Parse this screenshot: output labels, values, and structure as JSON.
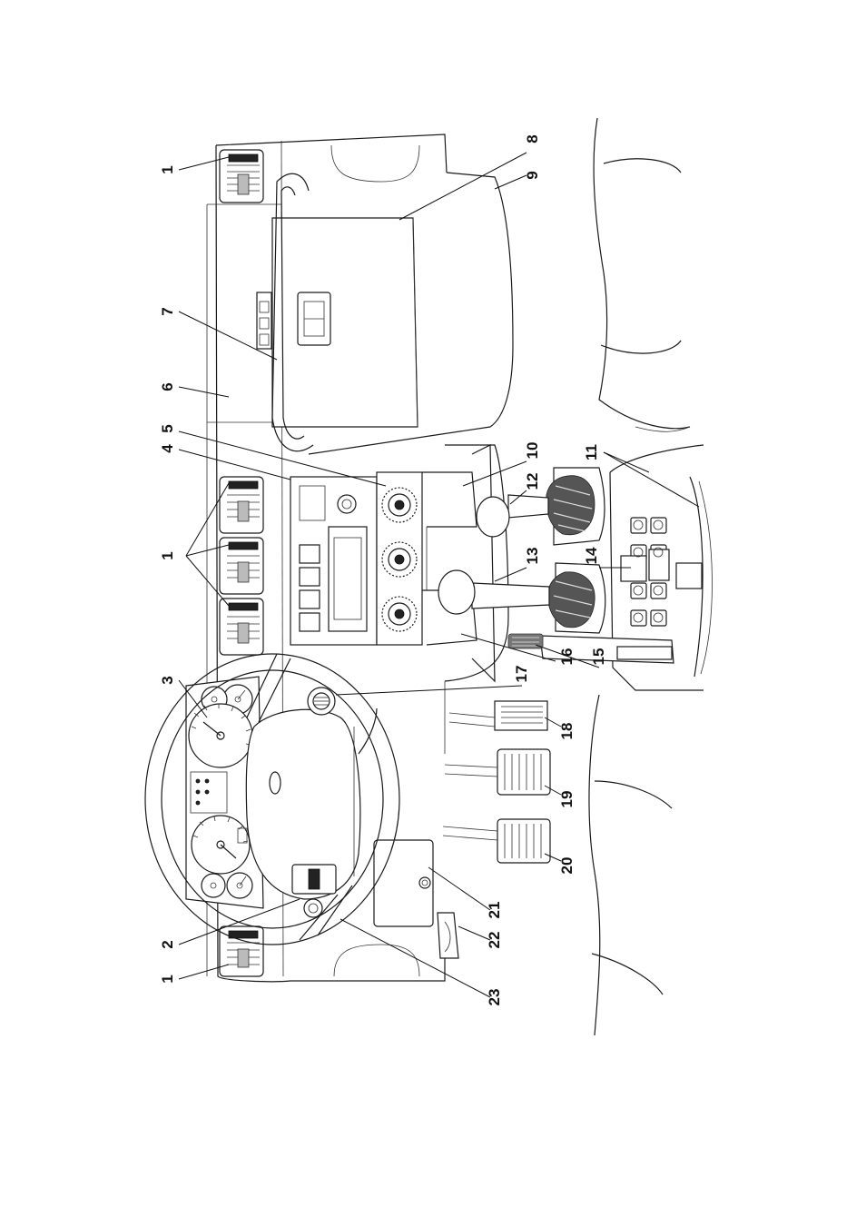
{
  "callouts": [
    {
      "label": "1"
    },
    {
      "label": "1"
    },
    {
      "label": "1"
    },
    {
      "label": "2"
    },
    {
      "label": "3"
    },
    {
      "label": "4"
    },
    {
      "label": "5"
    },
    {
      "label": "6"
    },
    {
      "label": "7"
    },
    {
      "label": "8"
    },
    {
      "label": "9"
    },
    {
      "label": "10"
    },
    {
      "label": "11"
    },
    {
      "label": "12"
    },
    {
      "label": "13"
    },
    {
      "label": "14"
    },
    {
      "label": "15"
    },
    {
      "label": "16"
    },
    {
      "label": "17"
    },
    {
      "label": "18"
    },
    {
      "label": "19"
    },
    {
      "label": "20"
    },
    {
      "label": "21"
    },
    {
      "label": "22"
    },
    {
      "label": "23"
    }
  ],
  "icons": {
    "vent": "air-vent-icon",
    "gauge": "gauge-icon",
    "knob": "rotary-knob-icon",
    "pedal": "pedal-icon",
    "lever": "gear-lever-icon"
  }
}
